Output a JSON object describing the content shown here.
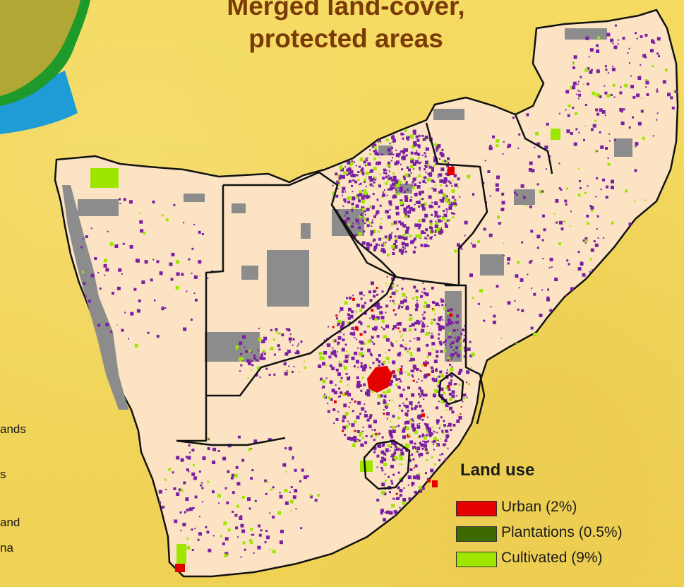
{
  "title": {
    "line1": "Merged land-cover,",
    "line2": "protected areas"
  },
  "left_legend_fragments": [
    "ands",
    "s",
    "and",
    "na"
  ],
  "legend": {
    "heading": "Land use",
    "items": [
      {
        "label": "Urban (2%)",
        "color": "#e50000"
      },
      {
        "label": "Plantations (0.5%)",
        "color": "#3c6a00"
      },
      {
        "label": "Cultivated (9%)",
        "color": "#9ee600"
      }
    ]
  },
  "map_colors": {
    "background": "#f2d75a",
    "land": "#fbe3c4",
    "protected": "#8c8c8c",
    "degraded": "#7b1fa2",
    "cultivated": "#9ee600",
    "urban": "#e50000",
    "plantations": "#3c6a00",
    "border": "#111111",
    "inset_land": "#b0a734",
    "inset_edge": "#1e9a2a",
    "inset_water": "#1f9bd6"
  }
}
